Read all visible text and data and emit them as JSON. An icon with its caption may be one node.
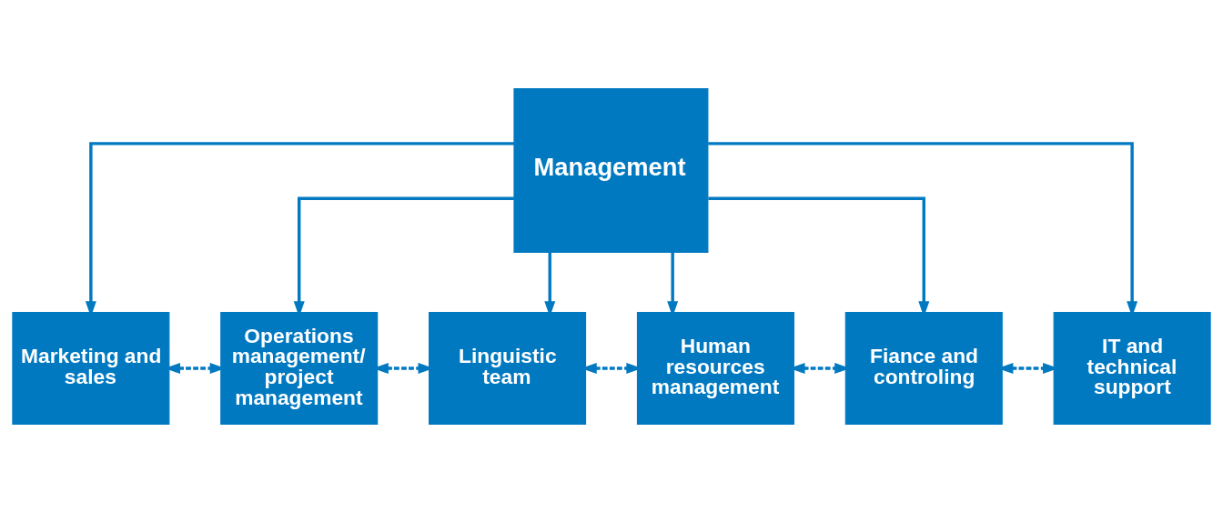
{
  "diagram": {
    "nodes": [
      {
        "text": [
          "Management"
        ]
      },
      {
        "text": [
          "Marketing and sales"
        ]
      },
      {
        "text": [
          "Operations management/ project management"
        ]
      },
      {
        "text": [
          "Linguistic team"
        ]
      },
      {
        "text": [
          "Human resources management"
        ]
      },
      {
        "text": [
          "Fiance and controling"
        ]
      },
      {
        "text": [
          "IT and technical support"
        ]
      }
    ],
    "edges": [
      {
        "from": 0,
        "to": 1,
        "arrow": "to"
      },
      {
        "from": 0,
        "to": 2,
        "arrow": "to"
      },
      {
        "from": 0,
        "to": 3,
        "arrow": "to"
      },
      {
        "from": 0,
        "to": 4,
        "arrow": "to"
      },
      {
        "from": 0,
        "to": 5,
        "arrow": "to"
      },
      {
        "from": 0,
        "to": 6,
        "arrow": "to"
      },
      {
        "from": 1,
        "to": 2,
        "arrow": "both",
        "style": "dashed"
      },
      {
        "from": 2,
        "to": 3,
        "arrow": "both",
        "style": "dashed"
      },
      {
        "from": 3,
        "to": 4,
        "arrow": "both",
        "style": "dashed"
      },
      {
        "from": 4,
        "to": 5,
        "arrow": "both",
        "style": "dashed"
      },
      {
        "from": 5,
        "to": 6,
        "arrow": "both",
        "style": "dashed"
      }
    ]
  }
}
